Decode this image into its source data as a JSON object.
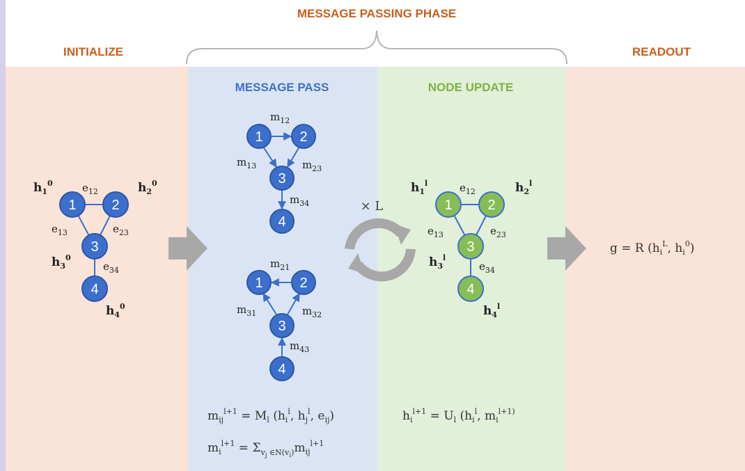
{
  "headers": {
    "phase": "MESSAGE PASSING PHASE",
    "initialize": "INITIALIZE",
    "message_pass": "MESSAGE PASS",
    "node_update": "NODE UPDATE",
    "readout": "READOUT"
  },
  "colors": {
    "orange": "#c85f1e",
    "blue": "#3f6fc6",
    "green": "#7cb342",
    "peach": "#fae3d7",
    "lightblue": "#dbe4f4",
    "lightgreen": "#e2efd9",
    "node_blue": "#3c6fcb",
    "node_green": "#86bd56",
    "arrow_gray": "#a8a8a8"
  },
  "nodes": [
    "1",
    "2",
    "3",
    "4"
  ],
  "loop_label": "× L",
  "readout_formula": "g = R (h_i^L, h_i^0)",
  "icons": [
    "cycle-arrows-icon",
    "right-arrow-icon"
  ]
}
